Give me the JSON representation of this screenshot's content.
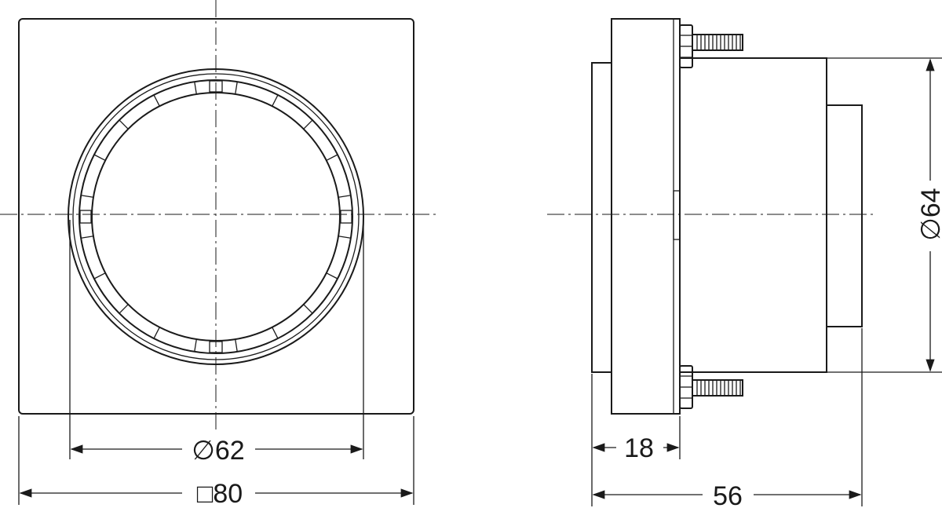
{
  "diagram": {
    "dimensions": {
      "front_inner_diameter": "∅62",
      "front_square_size": "□80",
      "side_depth_front": "18",
      "side_total_length": "56",
      "side_diameter": "∅64"
    },
    "colors": {
      "line": "#1a1a1a",
      "background": "#ffffff"
    }
  }
}
